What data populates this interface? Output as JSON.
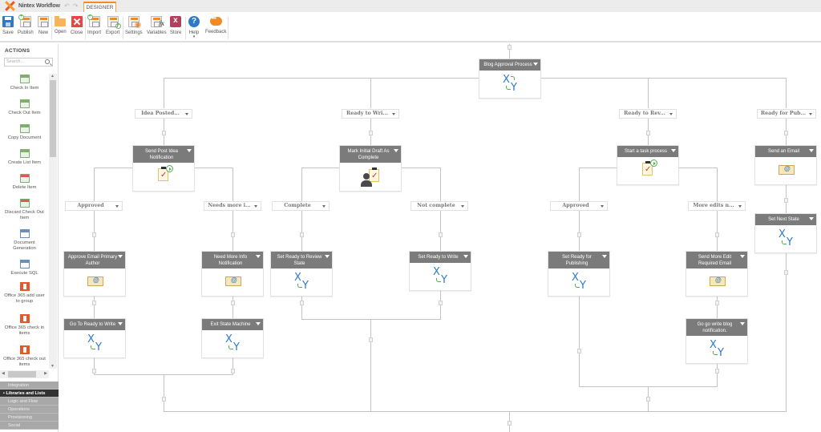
{
  "titlebar": {
    "app_name": "Nintex Workflow",
    "undo_icon": "undo-icon",
    "redo_icon": "redo-icon",
    "active_tab": "DESIGNER"
  },
  "toolbar": {
    "buttons": [
      {
        "id": "save",
        "label": "Save",
        "icon": "save-icon"
      },
      {
        "id": "publish",
        "label": "Publish",
        "icon": "publish-icon"
      },
      {
        "id": "new",
        "label": "New",
        "icon": "new-icon"
      },
      {
        "id": "open",
        "label": "Open",
        "icon": "folder-icon"
      },
      {
        "id": "close",
        "label": "Close",
        "icon": "close-icon"
      },
      {
        "id": "import",
        "label": "Import",
        "icon": "import-icon"
      },
      {
        "id": "export",
        "label": "Export",
        "icon": "export-icon"
      },
      {
        "id": "settings",
        "label": "Settings",
        "icon": "settings-icon"
      },
      {
        "id": "variables",
        "label": "Variables",
        "icon": "variables-icon"
      },
      {
        "id": "store",
        "label": "Store",
        "icon": "store-icon"
      },
      {
        "id": "help",
        "label": "Help",
        "icon": "help-icon"
      },
      {
        "id": "feedback",
        "label": "Feedback",
        "icon": "feedback-icon"
      }
    ]
  },
  "sidebar": {
    "title": "ACTIONS",
    "search_placeholder": "Search...",
    "actions": [
      {
        "label": "Check In Item",
        "icon": "check-in-item-icon"
      },
      {
        "label": "Check Out Item",
        "icon": "check-out-item-icon"
      },
      {
        "label": "Copy Document",
        "icon": "copy-document-icon"
      },
      {
        "label": "Create List Item",
        "icon": "create-list-item-icon"
      },
      {
        "label": "Delete Item",
        "icon": "delete-item-icon"
      },
      {
        "label": "Discard Check Out Item",
        "icon": "discard-check-out-icon"
      },
      {
        "label": "Document Generation",
        "icon": "document-generation-icon"
      },
      {
        "label": "Execute SQL",
        "icon": "execute-sql-icon"
      },
      {
        "label": "Office 365 add user to group",
        "icon": "office365-icon"
      },
      {
        "label": "Office 365 check in items",
        "icon": "office365-icon"
      },
      {
        "label": "Office 365 check out items",
        "icon": "office365-icon"
      }
    ],
    "categories": [
      {
        "label": "Integration",
        "active": false
      },
      {
        "label": "Libraries and Lists",
        "active": true
      },
      {
        "label": "Logic and Flow",
        "active": false
      },
      {
        "label": "Operations",
        "active": false
      },
      {
        "label": "Provisioning",
        "active": false
      },
      {
        "label": "Social",
        "active": false
      }
    ]
  },
  "workflow": {
    "root": {
      "title": "Blog Approval Process",
      "icon": "state-machine-icon"
    },
    "states": [
      {
        "label": "Idea Posted..."
      },
      {
        "label": "Ready to Wri..."
      },
      {
        "label": "Ready to Rev..."
      },
      {
        "label": "Ready for Pub..."
      }
    ],
    "level2": [
      {
        "title": "Send Post Idea Notification",
        "icon": "task-icon"
      },
      {
        "title": "Mark Initial Draft As Complete",
        "icon": "user-task-icon"
      },
      {
        "title": "Start a task process",
        "icon": "task-icon"
      },
      {
        "title": "Send an Email",
        "icon": "email-icon"
      },
      {
        "title": "Set Next State",
        "icon": "set-state-icon"
      }
    ],
    "branches": [
      {
        "label": "Approved"
      },
      {
        "label": "Needs more i..."
      },
      {
        "label": "Complete"
      },
      {
        "label": "Not complete"
      },
      {
        "label": "Approved"
      },
      {
        "label": "More edits n..."
      }
    ],
    "level3": [
      {
        "title": "Approve Email Primary Author",
        "icon": "email-icon"
      },
      {
        "title": "Need More Info Notification",
        "icon": "email-icon"
      },
      {
        "title": "Set Ready to Review State",
        "icon": "set-state-icon"
      },
      {
        "title": "Set Ready to Write",
        "icon": "set-state-icon"
      },
      {
        "title": "Set Ready for Publishing",
        "icon": "set-state-icon"
      },
      {
        "title": "Send More Edit Required Email",
        "icon": "email-icon"
      }
    ],
    "level4": [
      {
        "title": "Go To Ready to Write",
        "icon": "set-state-icon"
      },
      {
        "title": "Exit State Machine",
        "icon": "set-state-icon"
      },
      {
        "title": "Go go write blog notification.",
        "icon": "set-state-icon"
      }
    ]
  },
  "colors": {
    "accent_orange": "#f08a24",
    "node_header": "#7b7b7b",
    "connector_line": "#c4c4c4",
    "active_category": "#333333",
    "icon_blue": "#2f7ac6",
    "icon_green": "#4db04d"
  }
}
